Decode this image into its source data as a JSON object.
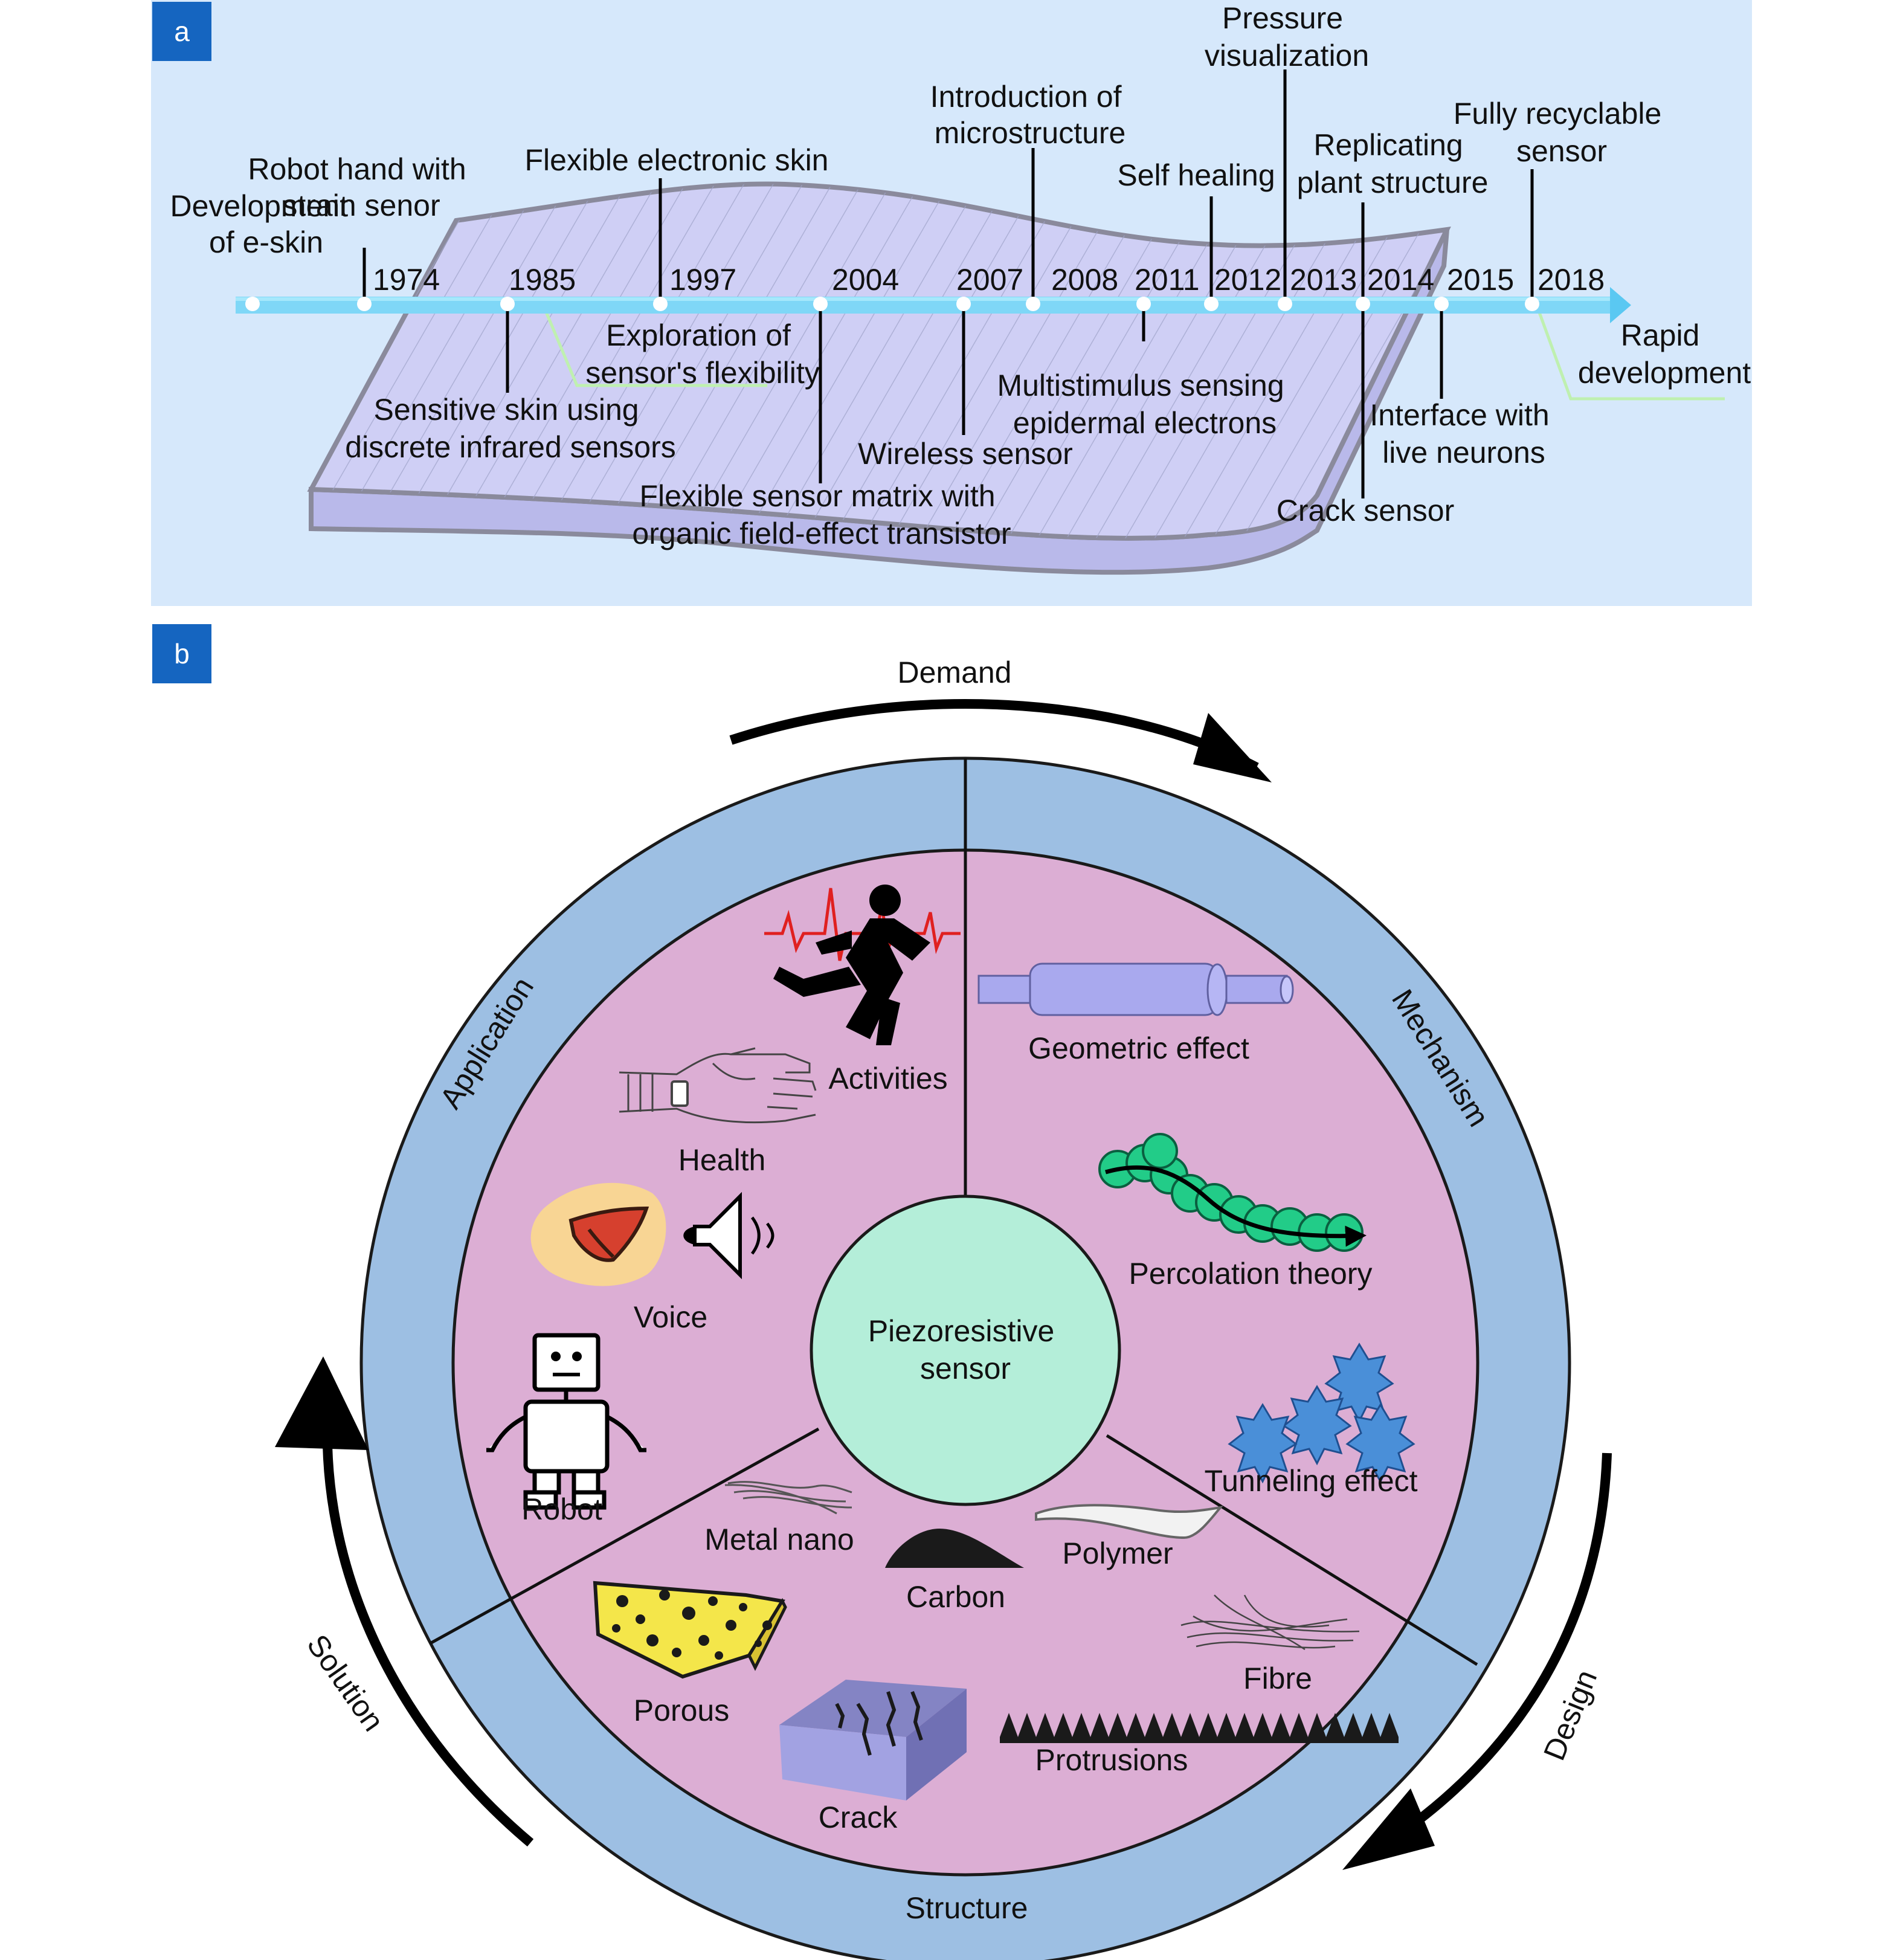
{
  "panel_a": {
    "tag": "a",
    "years": [
      "1974",
      "1985",
      "1997",
      "2004",
      "2007",
      "2008",
      "2011",
      "2012",
      "2013",
      "2014",
      "2015",
      "2018"
    ],
    "events_above": {
      "dev_eskin": [
        "Development",
        "of e-skin"
      ],
      "robot_hand": [
        "Robot hand with",
        "strain senor"
      ],
      "flexible_eskin": [
        "Flexible electronic skin"
      ],
      "microstructure": [
        "Introduction of",
        "microstructure"
      ],
      "self_healing": [
        "Self healing"
      ],
      "pressure_vis": [
        "Pressure",
        "visualization"
      ],
      "plant_structure": [
        "Replicating",
        "plant structure"
      ],
      "recyclable": [
        "Fully recyclable",
        "sensor"
      ]
    },
    "events_below": {
      "infrared": [
        "Sensitive skin using",
        "discrete infrared sensors"
      ],
      "flexibility": [
        "Exploration of",
        "sensor's flexibility"
      ],
      "ofet": [
        "Flexible sensor matrix with",
        "organic field-effect transistor"
      ],
      "wireless": [
        "Wireless sensor"
      ],
      "multistimulus": [
        "Multistimulus sensing",
        "epidermal electrons"
      ],
      "neurons": [
        "Interface with",
        "live neurons"
      ],
      "crack_sensor": [
        "Crack sensor"
      ],
      "rapid": [
        "Rapid",
        "development"
      ]
    }
  },
  "panel_b": {
    "tag": "b",
    "center": [
      "Piezoresistive",
      "sensor"
    ],
    "ring": {
      "application": "Application",
      "mechanism": "Mechanism",
      "structure": "Structure"
    },
    "cycle": {
      "demand": "Demand",
      "design": "Design",
      "solution": "Solution"
    },
    "application_items": {
      "activities": "Activities",
      "health": "Health",
      "voice": "Voice",
      "robot": "Robot"
    },
    "mechanism_items": {
      "geometric": "Geometric effect",
      "percolation": "Percolation theory",
      "tunneling": "Tunneling effect"
    },
    "structure_items": {
      "metal_nano": "Metal nano",
      "carbon": "Carbon",
      "polymer": "Polymer",
      "fibre": "Fibre",
      "porous": "Porous",
      "crack": "Crack",
      "protrusions": "Protrusions"
    }
  },
  "colors": {
    "panel_a_bg": "#d6e8fb",
    "tag_bg": "#1565c0",
    "wave_fill": "#c8c8f2",
    "arrow_line": "#7fd7f7",
    "ring": "#9dbfe3",
    "inner": "#dcaed4",
    "center": "#b4eed9"
  }
}
